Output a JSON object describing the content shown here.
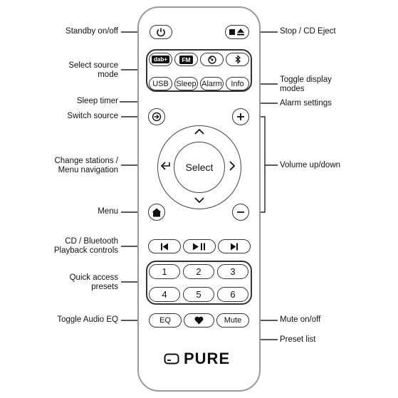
{
  "labels": {
    "standby": "Standby on/off",
    "stop_eject": "Stop / CD Eject",
    "select_source_1": "Select source",
    "select_source_2": "mode",
    "toggle_display_1": "Toggle display",
    "toggle_display_2": "modes",
    "sleep_timer": "Sleep timer",
    "alarm_settings": "Alarm settings",
    "switch_source": "Switch source",
    "change_stations_1": "Change stations /",
    "change_stations_2": "Menu navigation",
    "volume": "Volume up/down",
    "menu": "Menu",
    "playback_1": "CD / Bluetooth",
    "playback_2": "Playback controls",
    "presets_1": "Quick access",
    "presets_2": "presets",
    "toggle_eq": "Toggle Audio EQ",
    "mute": "Mute on/off",
    "preset_list": "Preset list"
  },
  "buttons": {
    "usb": "USB",
    "sleep": "Sleep",
    "alarm": "Alarm",
    "info": "Info",
    "select": "Select",
    "fm": "FM",
    "dab": "dab+",
    "eq": "EQ",
    "mute": "Mute",
    "presets": [
      "1",
      "2",
      "3",
      "4",
      "5",
      "6"
    ]
  },
  "brand": {
    "name": "PURE"
  },
  "icons": {
    "standby": "power-icon",
    "stop_eject": "stop-eject-icon",
    "switch_source": "switch-source-icon",
    "home": "home-icon",
    "volume_up": "plus-icon",
    "volume_down": "minus-icon",
    "prev": "skip-back-icon",
    "play_pause": "play-pause-icon",
    "next": "skip-forward-icon",
    "favourite": "heart-icon",
    "bluetooth": "bluetooth-icon",
    "cd": "cd-icon"
  }
}
